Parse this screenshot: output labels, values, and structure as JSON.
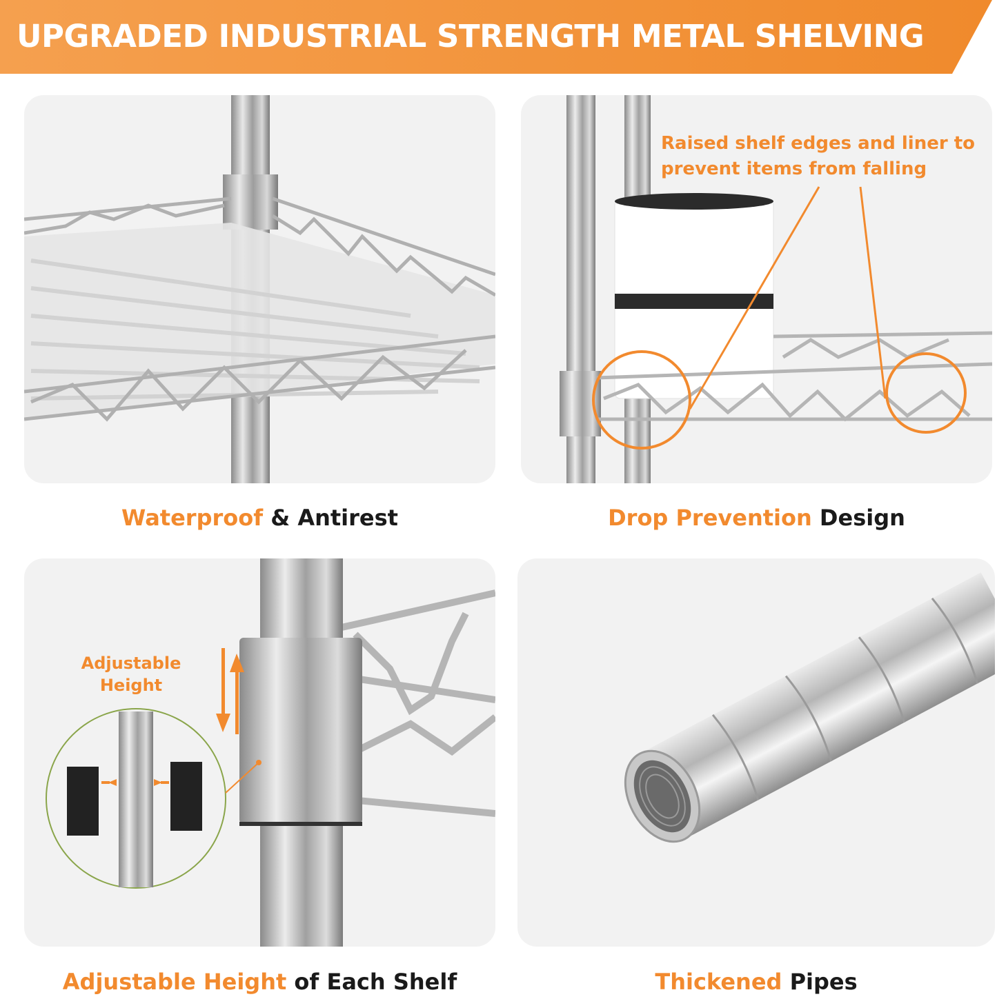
{
  "banner": {
    "title": "UPGRADED INDUSTRIAL STRENGTH METAL SHELVING",
    "color": "#f28a2e"
  },
  "accent_color": "#f28a2e",
  "text_color": "#1a1a1a",
  "panels": {
    "waterproof": {
      "caption_highlight": "Waterproof",
      "caption_rest": " & Antirest"
    },
    "drop_prevention": {
      "callout": "Raised shelf edges and liner to prevent items from falling",
      "caption_highlight": "Drop Prevention",
      "caption_rest": " Design"
    },
    "adjustable": {
      "label": "Adjustable Height",
      "caption_highlight": "Adjustable Height",
      "caption_rest": " of Each Shelf"
    },
    "pipes": {
      "caption_highlight": "Thickened",
      "caption_rest": " Pipes"
    }
  }
}
